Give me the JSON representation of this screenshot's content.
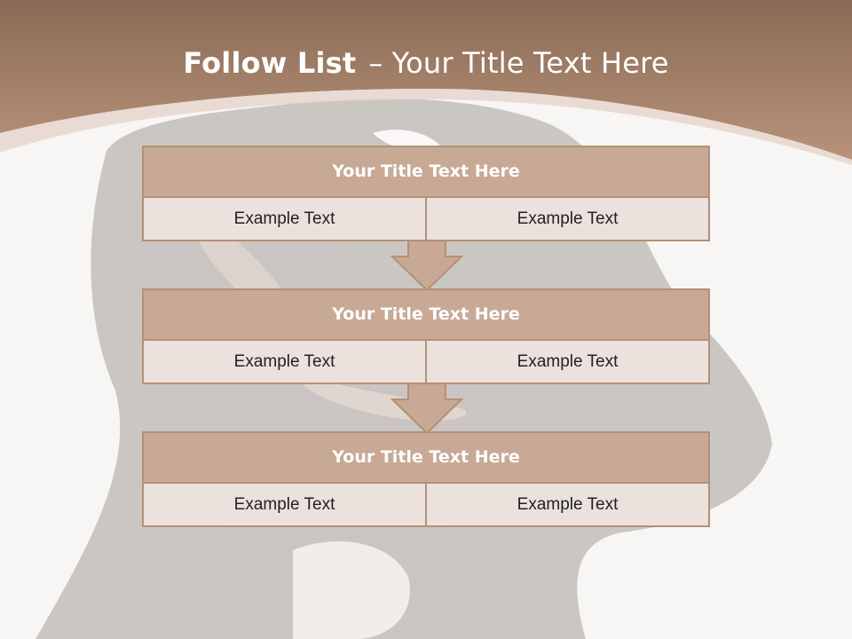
{
  "slide": {
    "title_bold": "Follow List",
    "title_separator": "–",
    "title_rest": "Your Title Text Here"
  },
  "steps": [
    {
      "title": "Your Title Text Here",
      "left": "Example Text",
      "right": "Example Text"
    },
    {
      "title": "Your Title Text Here",
      "left": "Example Text",
      "right": "Example Text"
    },
    {
      "title": "Your Title Text Here",
      "left": "Example Text",
      "right": "Example Text"
    }
  ],
  "colors": {
    "header_brown": "#9c7a62",
    "box_fill": "#c7a995",
    "cell_fill": "#ebe1dd",
    "border": "#b58f77"
  }
}
